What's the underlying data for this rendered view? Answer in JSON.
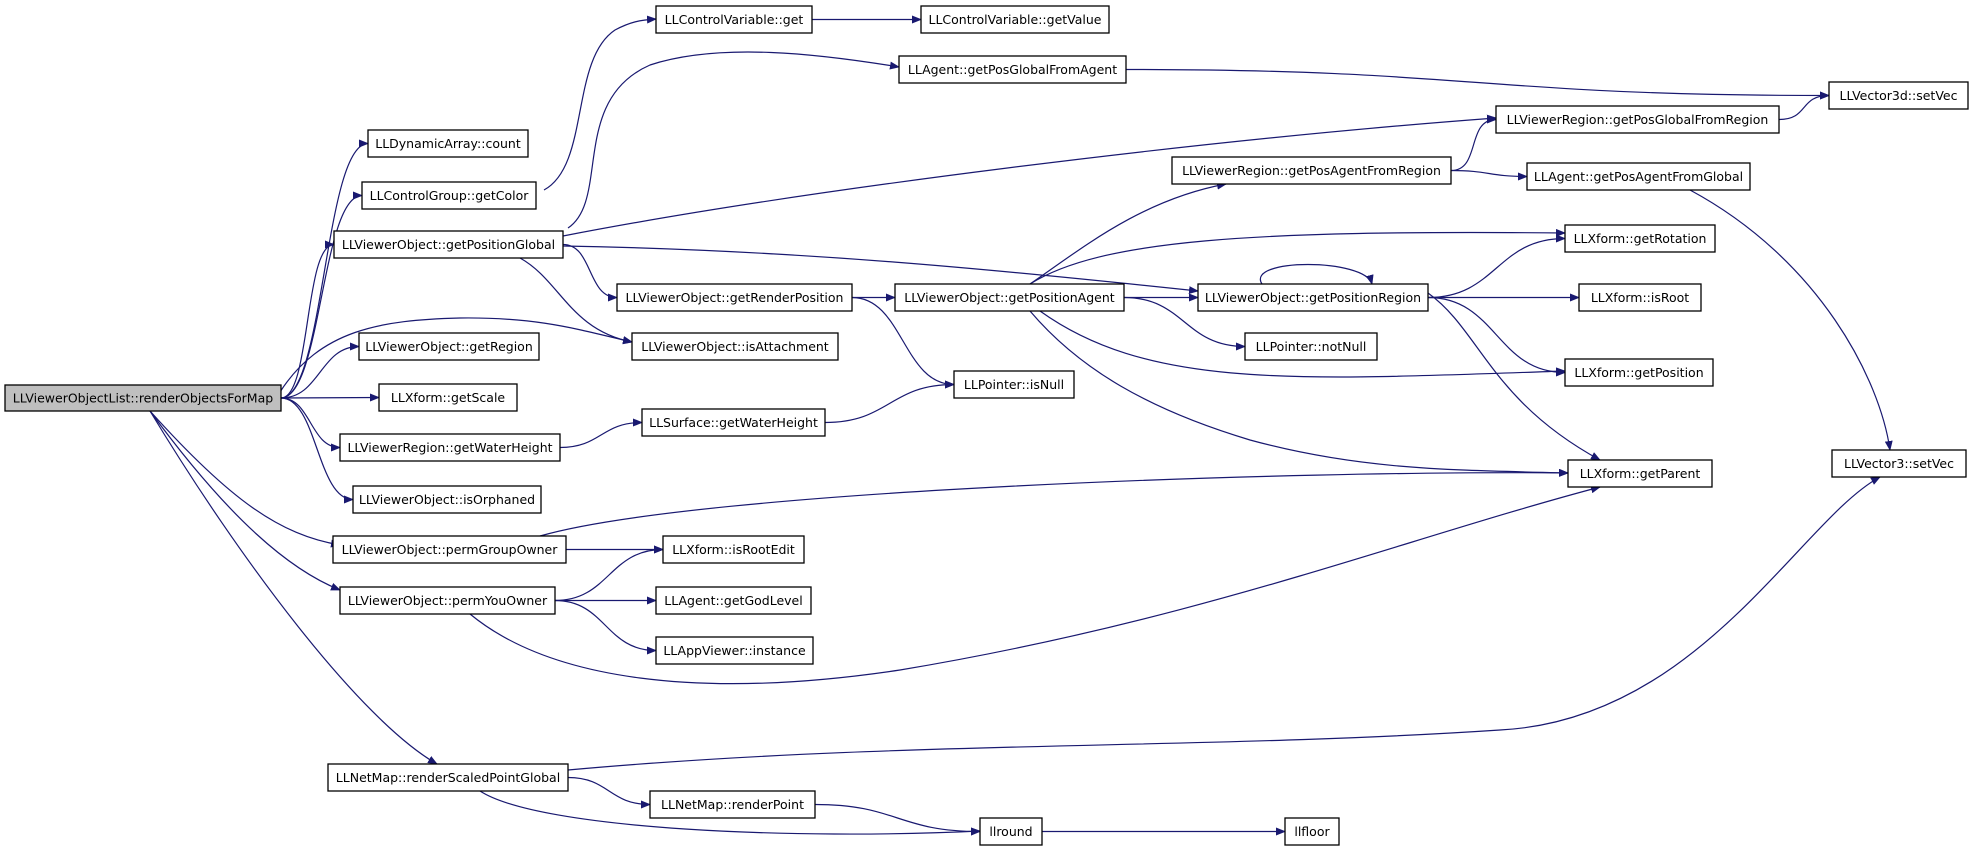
{
  "diagram": {
    "colors": {
      "edge": "#191970",
      "root_fill": "#bfbfbf",
      "node_fill": "#ffffff",
      "border": "#000000"
    },
    "nodes": [
      {
        "id": "root",
        "label": "LLViewerObjectList::renderObjectsForMap"
      },
      {
        "id": "dyncount",
        "label": "LLDynamicArray::count"
      },
      {
        "id": "getcolor",
        "label": "LLControlGroup::getColor"
      },
      {
        "id": "posglobal",
        "label": "LLViewerObject::getPositionGlobal"
      },
      {
        "id": "getregion",
        "label": "LLViewerObject::getRegion"
      },
      {
        "id": "getscale",
        "label": "LLXform::getScale"
      },
      {
        "id": "waterheight",
        "label": "LLViewerRegion::getWaterHeight"
      },
      {
        "id": "isorphaned",
        "label": "LLViewerObject::isOrphaned"
      },
      {
        "id": "permgroup",
        "label": "LLViewerObject::permGroupOwner"
      },
      {
        "id": "permyou",
        "label": "LLViewerObject::permYouOwner"
      },
      {
        "id": "renderscaled",
        "label": "LLNetMap::renderScaledPointGlobal"
      },
      {
        "id": "ctrlget",
        "label": "LLControlVariable::get"
      },
      {
        "id": "ctrlgetvalue",
        "label": "LLControlVariable::getValue"
      },
      {
        "id": "agentposglobal",
        "label": "LLAgent::getPosGlobalFromAgent"
      },
      {
        "id": "vec3dset",
        "label": "LLVector3d::setVec"
      },
      {
        "id": "regionposglobal",
        "label": "LLViewerRegion::getPosGlobalFromRegion"
      },
      {
        "id": "regionposagent",
        "label": "LLViewerRegion::getPosAgentFromRegion"
      },
      {
        "id": "agentposagent",
        "label": "LLAgent::getPosAgentFromGlobal"
      },
      {
        "id": "renderpos",
        "label": "LLViewerObject::getRenderPosition"
      },
      {
        "id": "posagent",
        "label": "LLViewerObject::getPositionAgent"
      },
      {
        "id": "isattach",
        "label": "LLViewerObject::isAttachment"
      },
      {
        "id": "posregion",
        "label": "LLViewerObject::getPositionRegion"
      },
      {
        "id": "getrotation",
        "label": "LLXform::getRotation"
      },
      {
        "id": "isroot",
        "label": "LLXform::isRoot"
      },
      {
        "id": "notnull",
        "label": "LLPointer::notNull"
      },
      {
        "id": "getposition",
        "label": "LLXform::getPosition"
      },
      {
        "id": "isnull",
        "label": "LLPointer::isNull"
      },
      {
        "id": "surfwater",
        "label": "LLSurface::getWaterHeight"
      },
      {
        "id": "getparent",
        "label": "LLXform::getParent"
      },
      {
        "id": "vec3set",
        "label": "LLVector3::setVec"
      },
      {
        "id": "isrootedit",
        "label": "LLXform::isRootEdit"
      },
      {
        "id": "godlevel",
        "label": "LLAgent::getGodLevel"
      },
      {
        "id": "appinstance",
        "label": "LLAppViewer::instance"
      },
      {
        "id": "renderpoint",
        "label": "LLNetMap::renderPoint"
      },
      {
        "id": "llround",
        "label": "llround"
      },
      {
        "id": "llfloor",
        "label": "llfloor"
      }
    ],
    "edges": [
      [
        "root",
        "dyncount"
      ],
      [
        "root",
        "getcolor"
      ],
      [
        "root",
        "posglobal"
      ],
      [
        "root",
        "isattach"
      ],
      [
        "root",
        "getregion"
      ],
      [
        "root",
        "getscale"
      ],
      [
        "root",
        "waterheight"
      ],
      [
        "root",
        "isorphaned"
      ],
      [
        "root",
        "permgroup"
      ],
      [
        "root",
        "permyou"
      ],
      [
        "root",
        "renderscaled"
      ],
      [
        "getcolor",
        "ctrlget"
      ],
      [
        "ctrlget",
        "ctrlgetvalue"
      ],
      [
        "posglobal",
        "agentposglobal"
      ],
      [
        "posglobal",
        "regionposglobal"
      ],
      [
        "posglobal",
        "renderpos"
      ],
      [
        "posglobal",
        "isattach"
      ],
      [
        "posglobal",
        "posregion"
      ],
      [
        "agentposglobal",
        "vec3dset"
      ],
      [
        "regionposglobal",
        "vec3dset"
      ],
      [
        "regionposagent",
        "regionposglobal"
      ],
      [
        "regionposagent",
        "agentposagent"
      ],
      [
        "agentposagent",
        "vec3set"
      ],
      [
        "renderpos",
        "posagent"
      ],
      [
        "renderpos",
        "isnull"
      ],
      [
        "posagent",
        "regionposagent"
      ],
      [
        "posagent",
        "getrotation"
      ],
      [
        "posagent",
        "posregion"
      ],
      [
        "posagent",
        "notnull"
      ],
      [
        "posagent",
        "getposition"
      ],
      [
        "posagent",
        "getparent"
      ],
      [
        "posregion",
        "posregion"
      ],
      [
        "posregion",
        "getrotation"
      ],
      [
        "posregion",
        "isroot"
      ],
      [
        "posregion",
        "getposition"
      ],
      [
        "posregion",
        "getparent"
      ],
      [
        "waterheight",
        "surfwater"
      ],
      [
        "surfwater",
        "isnull"
      ],
      [
        "permgroup",
        "getparent"
      ],
      [
        "permgroup",
        "isrootedit"
      ],
      [
        "permyou",
        "isrootedit"
      ],
      [
        "permyou",
        "godlevel"
      ],
      [
        "permyou",
        "appinstance"
      ],
      [
        "permyou",
        "getparent"
      ],
      [
        "renderscaled",
        "vec3set"
      ],
      [
        "renderscaled",
        "renderpoint"
      ],
      [
        "renderscaled",
        "llround"
      ],
      [
        "renderpoint",
        "llround"
      ],
      [
        "llround",
        "llfloor"
      ]
    ]
  }
}
